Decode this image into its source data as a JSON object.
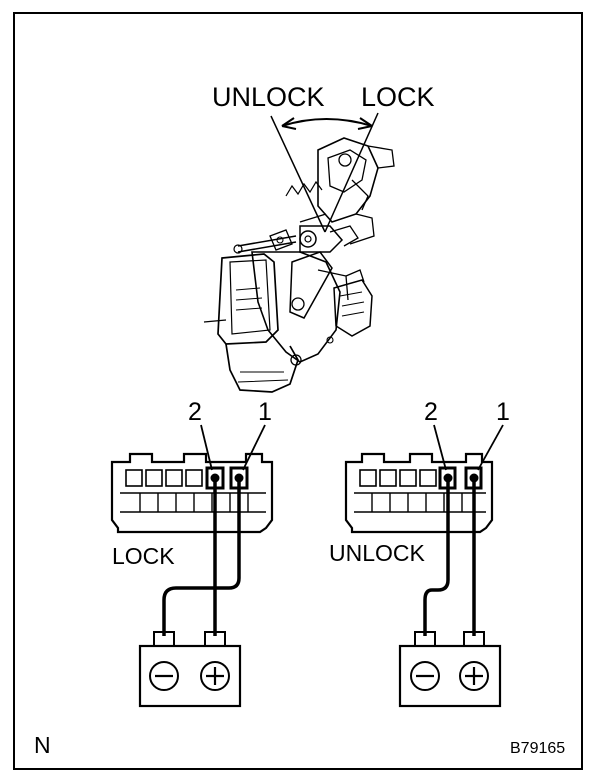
{
  "mechanism": {
    "unlock_label": "UNLOCK",
    "lock_label": "LOCK"
  },
  "connectors": [
    {
      "caption": "LOCK",
      "pin2": "2",
      "pin1": "1"
    },
    {
      "caption": "UNLOCK",
      "pin2": "2",
      "pin1": "1"
    }
  ],
  "battery_terminals": {
    "negative": "minus-icon",
    "positive": "plus-icon"
  },
  "footer": {
    "corner_mark": "N",
    "figure_id": "B79165"
  }
}
